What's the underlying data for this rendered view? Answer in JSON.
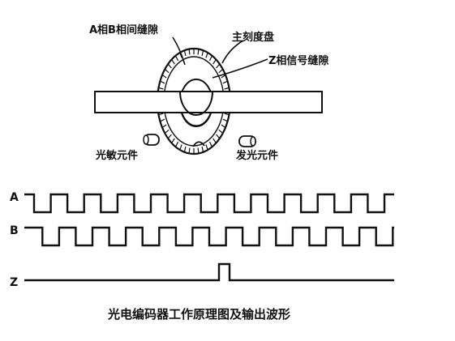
{
  "diagram": {
    "labels": {
      "ab_slit": "A相B相间缝隙",
      "main_disc": "主刻度盘",
      "z_slit": "Z相信号缝隙",
      "photo_element": "光敏元件",
      "light_element": "发光元件"
    },
    "signals": [
      {
        "name": "A",
        "kind": "square",
        "periods": 11,
        "phase": 0
      },
      {
        "name": "B",
        "kind": "square",
        "periods": 11,
        "phase": 0.25
      },
      {
        "name": "Z",
        "kind": "index_pulse",
        "pulses": 1
      }
    ],
    "caption": "光电编码器工作原理图及输出波形"
  }
}
